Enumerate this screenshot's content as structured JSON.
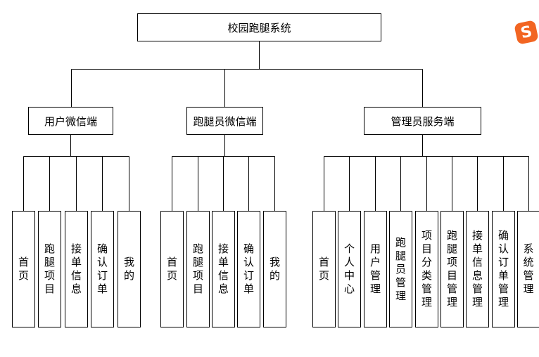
{
  "root": {
    "label": "校园跑腿系统"
  },
  "branches": [
    {
      "label": "用户微信端",
      "children": [
        "首页",
        "跑腿项目",
        "接单信息",
        "确认订单",
        "我的"
      ]
    },
    {
      "label": "跑腿员微信端",
      "children": [
        "首页",
        "跑腿项目",
        "接单信息",
        "确认订单",
        "我的"
      ]
    },
    {
      "label": "管理员服务端",
      "children": [
        "首页",
        "个人中心",
        "用户管理",
        "跑腿员管理",
        "项目分类管理",
        "跑腿项目管理",
        "接单信息管理",
        "确认订单管理",
        "系统管理"
      ]
    }
  ],
  "logo": {
    "icon": "sogou-ime-icon",
    "color": "#f26522"
  }
}
